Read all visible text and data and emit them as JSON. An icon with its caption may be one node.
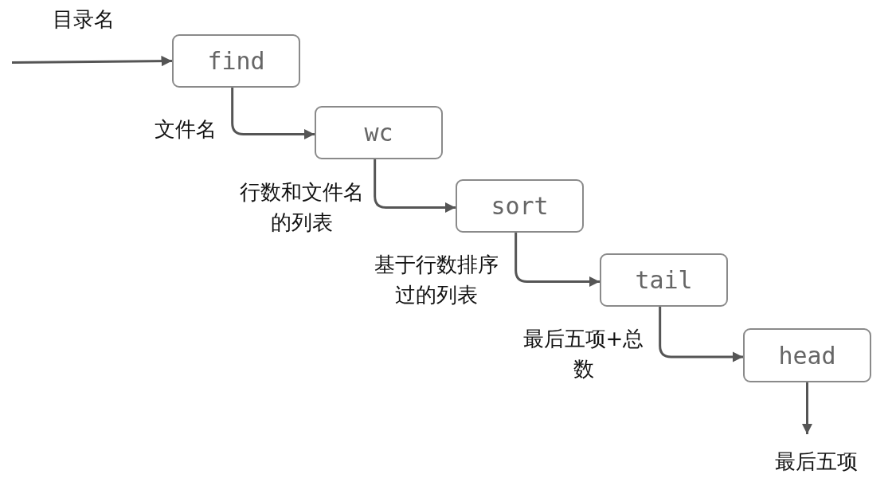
{
  "diagram": {
    "nodes": [
      {
        "text": [
          "find"
        ]
      },
      {
        "text": [
          "wc"
        ]
      },
      {
        "text": [
          "sort"
        ]
      },
      {
        "text": [
          "tail"
        ]
      },
      {
        "text": [
          "head"
        ]
      }
    ],
    "edges": [
      {
        "from": null,
        "to": 0,
        "arrow": "to",
        "label": "目录名"
      },
      {
        "from": 0,
        "to": 1,
        "arrow": "to",
        "label": "文件名"
      },
      {
        "from": 1,
        "to": 2,
        "arrow": "to",
        "label": "行数和文件名的列表"
      },
      {
        "from": 2,
        "to": 3,
        "arrow": "to",
        "label": "基于行数排序过的列表"
      },
      {
        "from": 3,
        "to": 4,
        "arrow": "to",
        "label": "最后五项+总数"
      },
      {
        "from": 4,
        "to": null,
        "arrow": "to",
        "label": "最后五项"
      }
    ]
  }
}
